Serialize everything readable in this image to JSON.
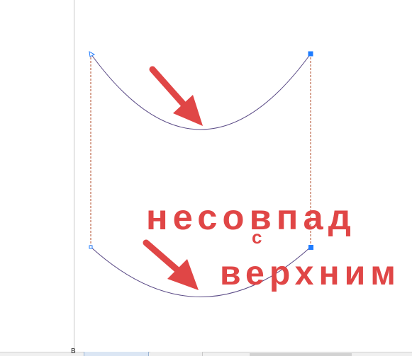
{
  "canvas": {
    "background": "#ffffff",
    "guide_color": "#c7c7c7"
  },
  "paths": {
    "curve_color": "#5a4a86",
    "handle_color": "#b24b2a",
    "anchor_color": "#1f7cff"
  },
  "annotation": {
    "color": "#e04646",
    "line1": "несовпад",
    "line2_superscript": "с",
    "line2": "верхним",
    "arrow_top_icon": "arrow-down-right-icon",
    "arrow_bottom_icon": "arrow-down-right-icon"
  },
  "bottom_bar": {
    "corner_glyph": "В"
  }
}
